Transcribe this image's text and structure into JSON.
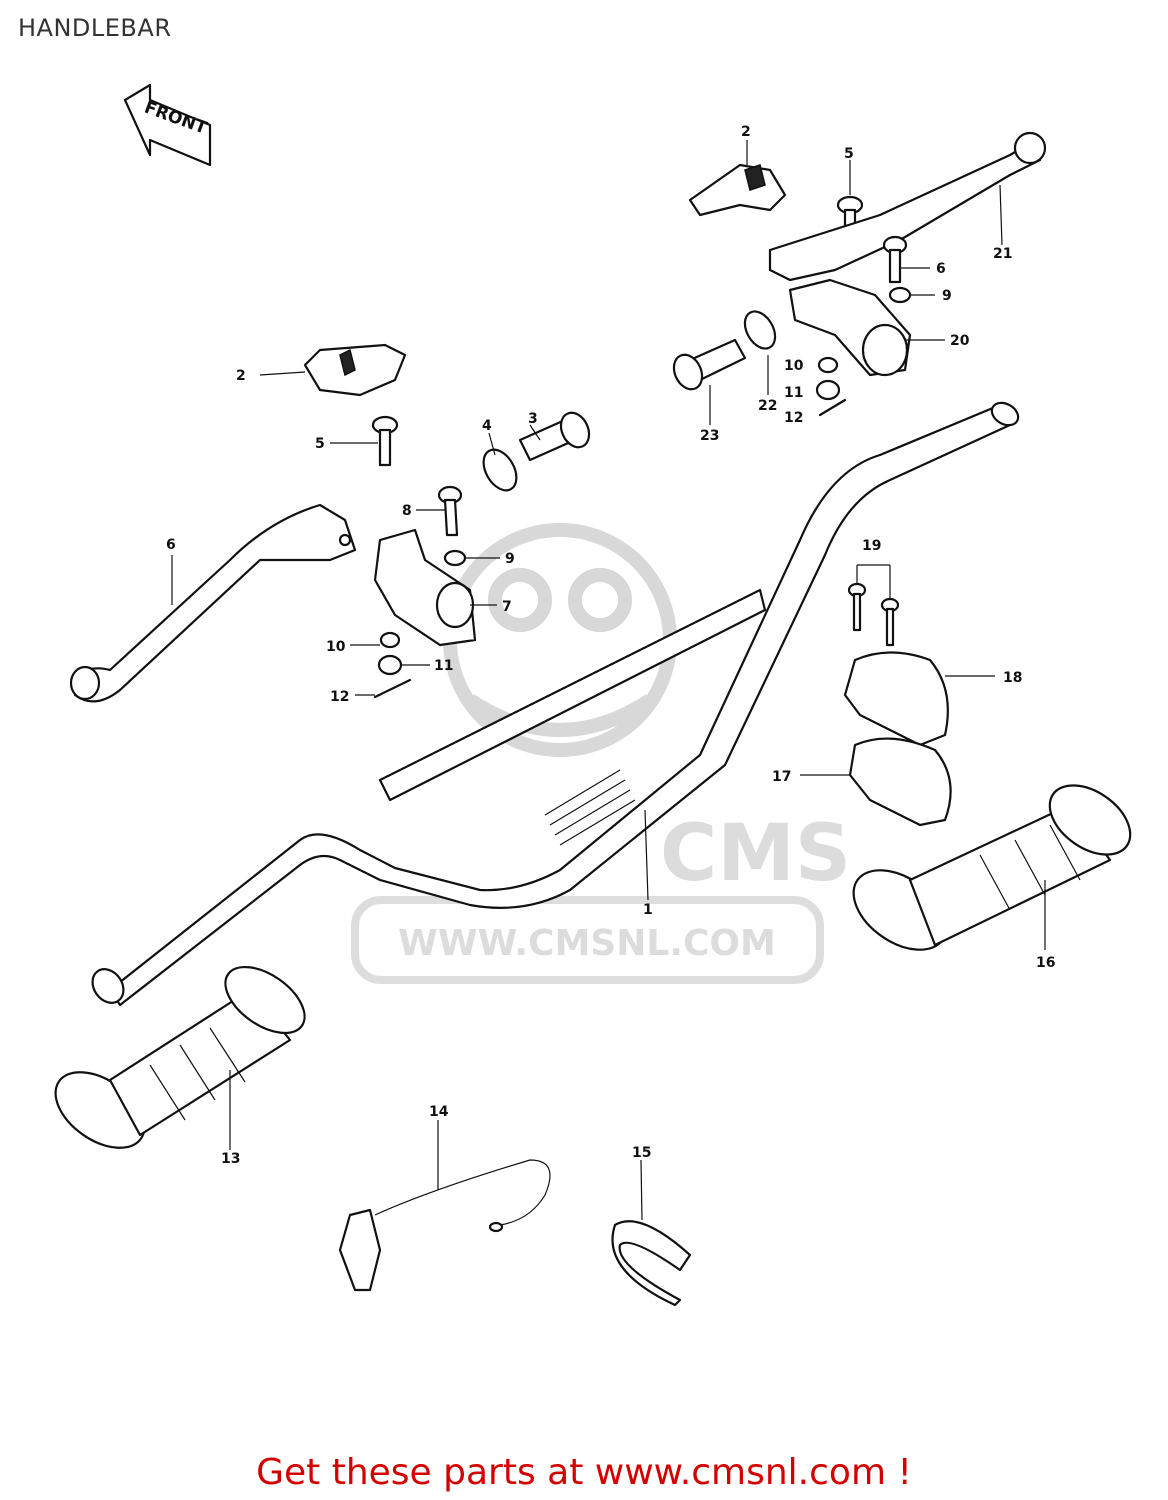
{
  "header": {
    "title": "HANDLEBAR"
  },
  "arrow": {
    "label": "FRONT"
  },
  "watermark": {
    "logo_text": "CMS",
    "url_text": "WWW.CMSNL.COM"
  },
  "footer": {
    "link_text": "Get these parts at www.cmsnl.com !"
  },
  "callouts": {
    "c1": "1",
    "c2a": "2",
    "c2b": "2",
    "c3": "3",
    "c4": "4",
    "c5a": "5",
    "c5b": "5",
    "c6": "6",
    "c7": "7",
    "c8": "8",
    "c9a": "9",
    "c9b": "9",
    "c10a": "10",
    "c10b": "10",
    "c11a": "11",
    "c11b": "11",
    "c12a": "12",
    "c12b": "12",
    "c13": "13",
    "c14": "14",
    "c15": "15",
    "c16": "16",
    "c17": "17",
    "c18": "18",
    "c19": "19",
    "c20": "20",
    "c21": "21",
    "c22": "22",
    "c23": "23",
    "c6b": "6"
  },
  "colors": {
    "footer_text": "#d40000",
    "watermark": "#d8d8d8",
    "ink": "#111111"
  }
}
